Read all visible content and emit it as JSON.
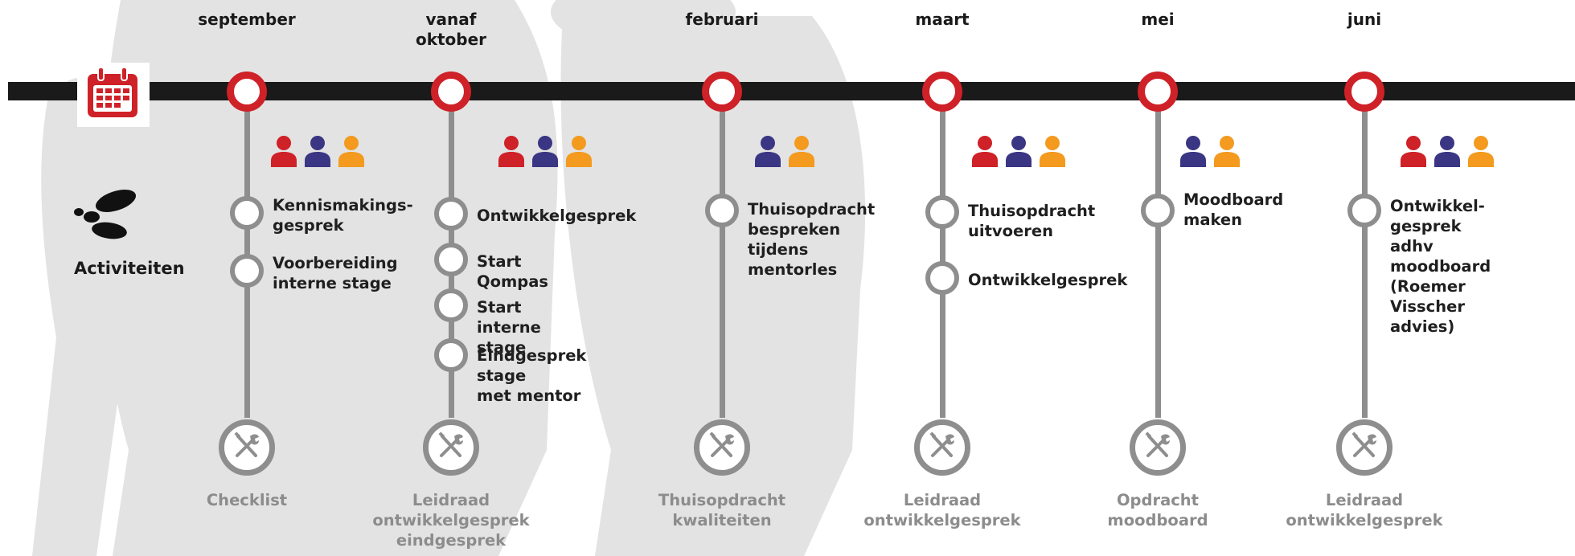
{
  "colors": {
    "red": "#cf2128",
    "purple": "#3b3683",
    "orange": "#f39a1f",
    "track": "#1a1a1a",
    "stem": "#8e8e8e",
    "silhouette": "#e3e3e3"
  },
  "legend": {
    "activities_label": "Activiteiten",
    "calendar_icon": "calendar-icon",
    "footprints_icon": "footprints-icon"
  },
  "columns": [
    {
      "month": "september",
      "people": [
        "red",
        "purple",
        "orange"
      ],
      "activities": [
        "Kennismakings-\ngesprek",
        "Voorbereiding\ninterne stage"
      ],
      "tool_icon": "tools-icon",
      "tool_label": "Checklist"
    },
    {
      "month": "vanaf\noktober",
      "people": [
        "red",
        "purple",
        "orange"
      ],
      "activities": [
        "Ontwikkelgesprek",
        "Start Qompas",
        "Start interne stage",
        "Eindgesprek stage\nmet mentor"
      ],
      "tool_icon": "tools-icon",
      "tool_label": "Leidraad\nontwikkelgesprek\neindgesprek"
    },
    {
      "month": "februari",
      "people": [
        "purple",
        "orange"
      ],
      "activities": [
        "Thuisopdracht\nbespreken tijdens\nmentorles"
      ],
      "tool_icon": "tools-icon",
      "tool_label": "Thuisopdracht\nkwaliteiten"
    },
    {
      "month": "maart",
      "people": [
        "red",
        "purple",
        "orange"
      ],
      "activities": [
        "Thuisopdracht\nuitvoeren",
        "Ontwikkelgesprek"
      ],
      "tool_icon": "tools-icon",
      "tool_label": "Leidraad\nontwikkelgesprek"
    },
    {
      "month": "mei",
      "people": [
        "purple",
        "orange"
      ],
      "activities": [
        "Moodboard\nmaken"
      ],
      "tool_icon": "tools-icon",
      "tool_label": "Opdracht\nmoodboard"
    },
    {
      "month": "juni",
      "people": [
        "red",
        "purple",
        "orange"
      ],
      "activities": [
        "Ontwikkel-\ngesprek adhv\nmoodboard\n(Roemer Visscher\nadvies)"
      ],
      "tool_icon": "tools-icon",
      "tool_label": "Leidraad\nontwikkelgesprek"
    }
  ]
}
